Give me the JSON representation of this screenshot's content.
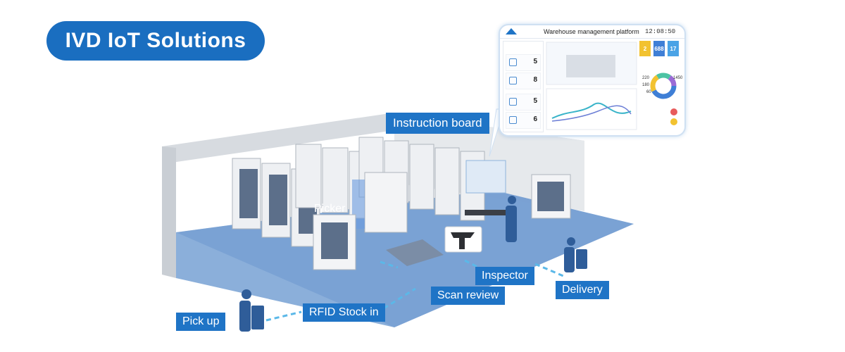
{
  "title": "IVD IoT Solutions",
  "labels": {
    "instruction_board": "Instruction board",
    "picker": "Picker",
    "inspector": "Inspector",
    "scan_review": "Scan review",
    "delivery": "Delivery",
    "pick_up": "Pick up",
    "rfid_stock_in": "RFID Stock in"
  },
  "dashboard": {
    "title": "Warehouse management platform",
    "time": "12:08:50",
    "side_values": [
      "5",
      "8",
      "5",
      "6"
    ],
    "kpis": [
      "2",
      "688",
      "17"
    ],
    "donut_values": [
      "220",
      "1450",
      "180",
      "60"
    ]
  },
  "colors": {
    "brand": "#1a6ec0",
    "tag": "#1f74c6",
    "floor": "#7ea6d6",
    "flow_arrow": "#5bb8e8"
  }
}
